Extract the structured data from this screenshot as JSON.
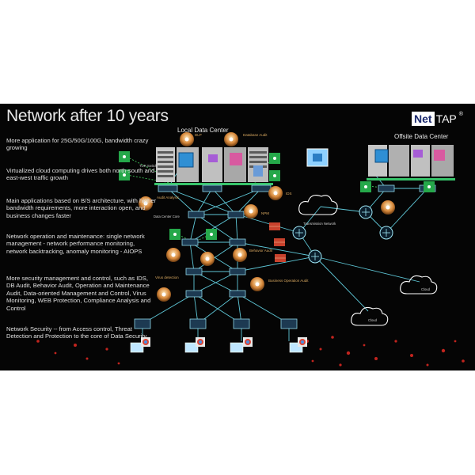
{
  "slide": {
    "title": "Network after 10 years",
    "logo": {
      "net": "Net",
      "tap": "TAP",
      "reg": "®"
    },
    "local_dc": "Local Data Center",
    "offsite_dc": "Offsite Data Center",
    "bullets": [
      "More application for 25G/50G/100G,  bandwidth crazy growing",
      "Virtualized cloud computing drives both north-south and east-west traffic growth",
      "Main applications based on B/S architecture, with higher bandwidth requirements, more interaction open, and business changes faster",
      "Network operation and maintenance: single network management - network performance monitoring, network backtracking, anomaly monitoring - AIOPS",
      "More security management and control, such as IDS, DB Audit, Behavior Audit, Operation and Maintenance Audit, Data-oriented Management and Control, Virus Monitoring, WEB Protection, Compliance Analysis and Control",
      "Network Security -- from Access control, Threat Detection and Protection to the core of Data Security"
    ],
    "labels": {
      "db_audit": "Database Audit",
      "dlp": "DLP",
      "ids": "IDS",
      "npm": "NPM",
      "audit_analysis": "Audit Analysis",
      "behavior_audit": "Behavior Audit",
      "virus": "Virus detection",
      "bom": "Business Operation Audit",
      "dc_core": "Data Center Core",
      "transmission": "Transmission Network",
      "cloud": "Cloud",
      "tor": "TOR Switch"
    }
  }
}
